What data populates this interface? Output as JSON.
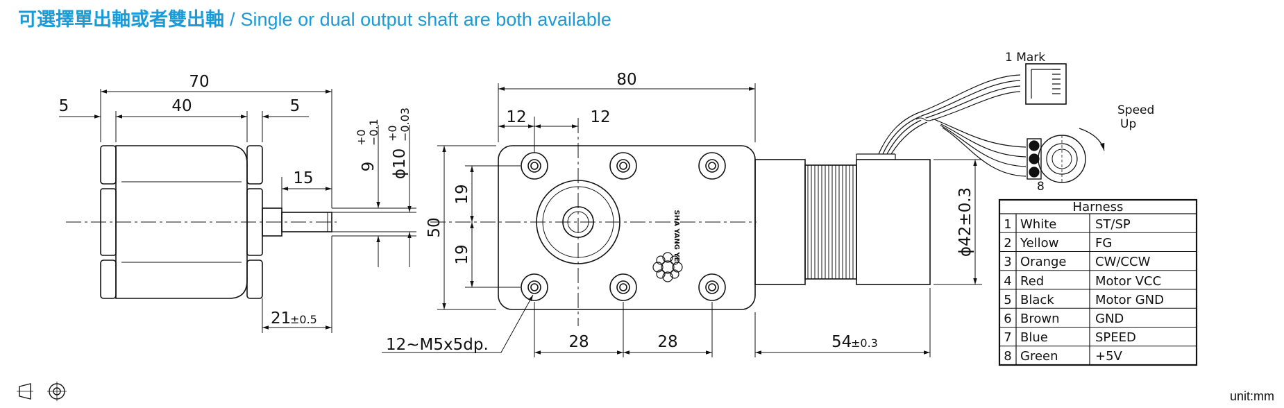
{
  "title": {
    "zh": "可選擇單出軸或者雙出軸",
    "separator": "/",
    "en": "Single or dual output shaft are both available"
  },
  "unit": "unit:mm",
  "side_view": {
    "overall_length": "70",
    "flange_left": "5",
    "body": "40",
    "flange_right": "5",
    "shaft_length": "15",
    "boss_tol": "9",
    "boss_tol_plus": "+0",
    "boss_tol_minus": "−0.1",
    "shaft_dia": "ϕ10",
    "shaft_dia_plus": "+0",
    "shaft_dia_minus": "−0.03",
    "boss_offset": "21",
    "boss_offset_tol": "±0.5"
  },
  "front_view": {
    "width": "80",
    "hole_offset_left": "12",
    "hole_offset_right": "12",
    "height": "50",
    "half_pitch_top": "19",
    "half_pitch_bottom": "19",
    "pitch_left": "28",
    "pitch_right": "28",
    "holes_note": "12~M5x5dp.",
    "brand": "SHA YANG YE"
  },
  "motor_view": {
    "diameter": "ϕ42±0.3",
    "length": "54",
    "length_tol": "±0.3",
    "pin_1_mark": "1 Mark",
    "pin_8": "8",
    "speed_label_1": "Speed",
    "speed_label_2": "Up"
  },
  "harness": {
    "title": "Harness",
    "rows": [
      {
        "no": "1",
        "color": "White",
        "func": "ST/SP"
      },
      {
        "no": "2",
        "color": "Yellow",
        "func": "FG"
      },
      {
        "no": "3",
        "color": "Orange",
        "func": "CW/CCW"
      },
      {
        "no": "4",
        "color": "Red",
        "func": "Motor  VCC"
      },
      {
        "no": "5",
        "color": "Black",
        "func": "Motor  GND"
      },
      {
        "no": "6",
        "color": "Brown",
        "func": "GND"
      },
      {
        "no": "7",
        "color": "Blue",
        "func": "SPEED"
      },
      {
        "no": "8",
        "color": "Green",
        "func": "+5V"
      }
    ]
  },
  "colors": {
    "title": "#1a9bd7",
    "line": "#111111"
  }
}
